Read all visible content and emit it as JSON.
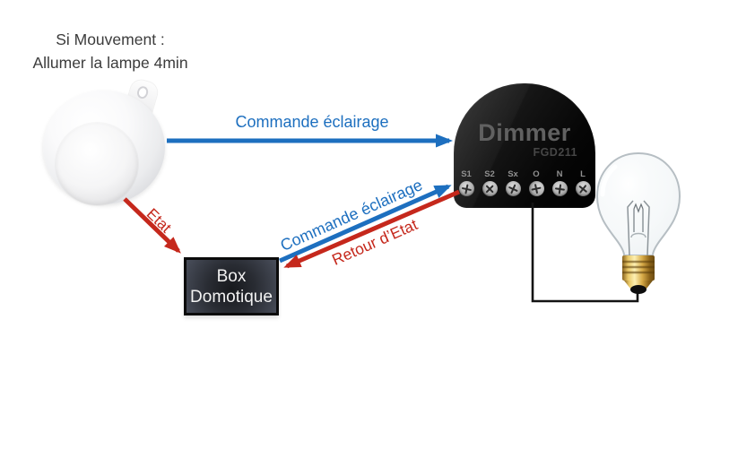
{
  "colors": {
    "arrow_blue": "#1d6fbf",
    "arrow_red": "#c5281c",
    "wire_black": "#141414",
    "dimmer_body": "#0a0a0a",
    "box_fill": "#2e323a"
  },
  "scenario": {
    "line1": "Si Mouvement :",
    "line2": "Allumer la lampe 4min"
  },
  "arrows": {
    "sensor_to_dimmer": {
      "label": "Commande éclairage"
    },
    "sensor_to_box": {
      "label": "Etat"
    },
    "box_to_dimmer": {
      "label": "Commande éclairage"
    },
    "dimmer_to_box": {
      "label": "Retour d’Etat"
    }
  },
  "nodes": {
    "dimmer": {
      "label": "Dimmer",
      "model": "FGD211",
      "terminals": [
        "S1",
        "S2",
        "Sx",
        "O",
        "N",
        "L"
      ]
    },
    "box": {
      "line1": "Box",
      "line2": "Domotique"
    }
  }
}
